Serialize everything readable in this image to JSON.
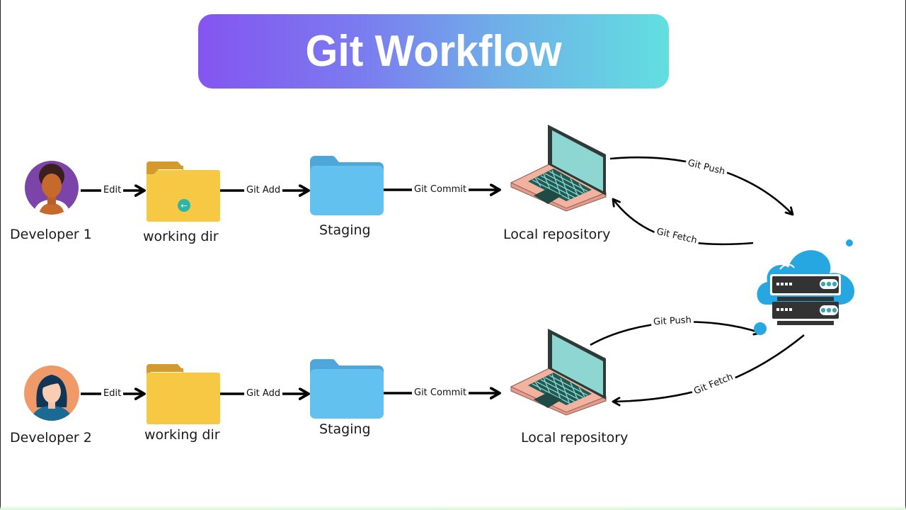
{
  "title": "Git Workflow",
  "colors": {
    "title_gradient_start": "#8455f0",
    "title_gradient_end": "#62dfe0",
    "working_dir_folder": "#f7c843",
    "working_dir_tab": "#d49a2c",
    "staging_folder": "#63c1ef",
    "staging_tab": "#4fa6d8",
    "laptop_screen": "#8ed6d2",
    "laptop_base": "#f2b2a0",
    "cloud": "#27a7e1",
    "server": "#333333",
    "developer1_bg": "#7b44a8",
    "developer2_bg": "#f09a6a"
  },
  "rows": [
    {
      "developer": {
        "label": "Developer 1",
        "icon": "developer-male-avatar"
      },
      "working_dir": {
        "label": "working dir",
        "icon": "yellow-folder-icon"
      },
      "staging": {
        "label": "Staging",
        "icon": "blue-folder-icon"
      },
      "local_repo": {
        "label": "Local repository",
        "icon": "laptop-icon"
      },
      "edges": {
        "edit": "Edit",
        "git_add": "Git Add",
        "git_commit": "Git Commit",
        "git_push": "Git Push",
        "git_fetch": "Git Fetch"
      }
    },
    {
      "developer": {
        "label": "Developer 2",
        "icon": "developer-female-avatar"
      },
      "working_dir": {
        "label": "working dir",
        "icon": "yellow-folder-icon"
      },
      "staging": {
        "label": "Staging",
        "icon": "blue-folder-icon"
      },
      "local_repo": {
        "label": "Local repository",
        "icon": "laptop-icon"
      },
      "edges": {
        "edit": "Edit",
        "git_add": "Git Add",
        "git_commit": "Git Commit",
        "git_push": "Git Push",
        "git_fetch": "Git Fetch"
      }
    }
  ],
  "remote": {
    "icon": "cloud-server-icon"
  }
}
